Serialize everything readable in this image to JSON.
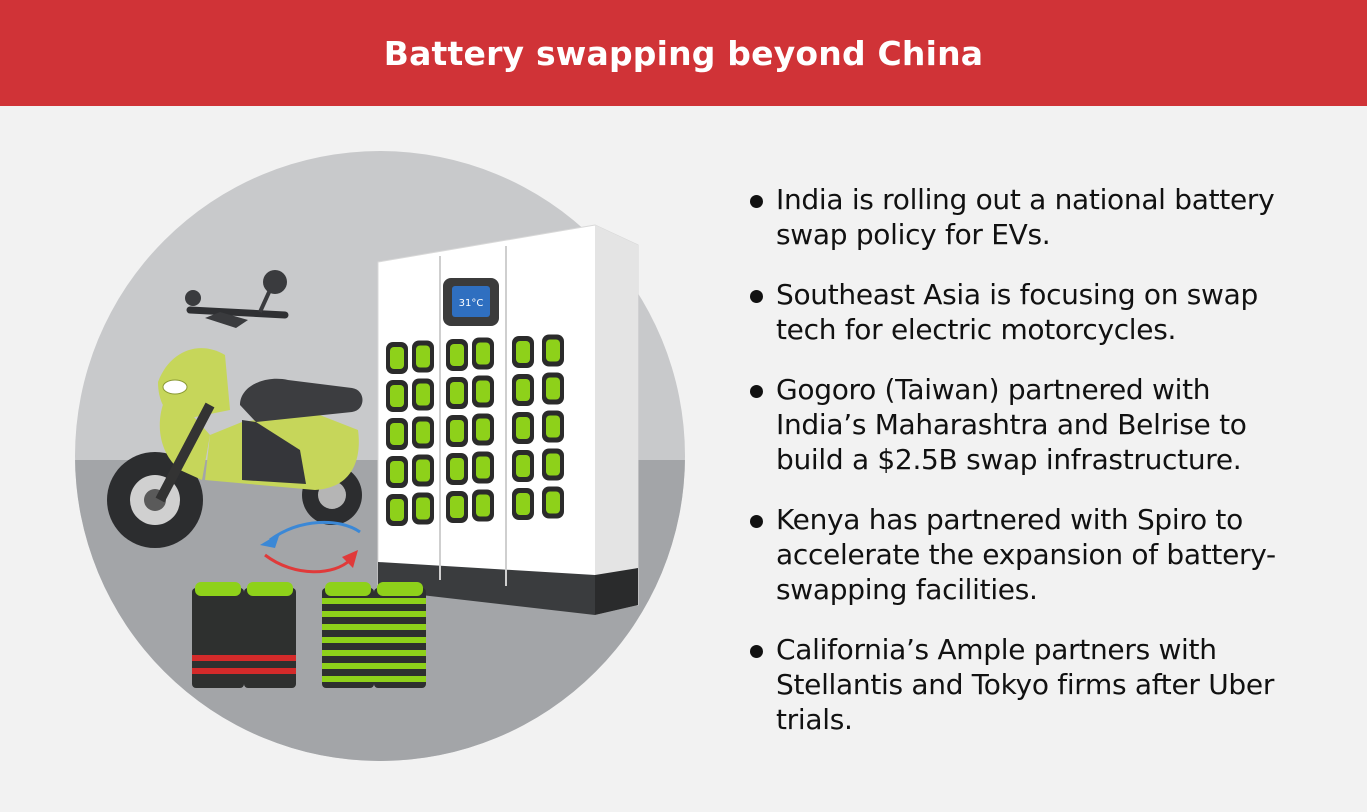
{
  "header": {
    "title": "Battery swapping beyond China"
  },
  "colors": {
    "header_bg": "#d03337",
    "page_bg": "#f2f2f2",
    "battery_green": "#8ed11a",
    "battery_red": "#d42a2a",
    "scooter_body": "#c6d65a"
  },
  "illustration": {
    "icons": [
      "scooter-icon",
      "battery-swap-station-icon",
      "swap-arrows-icon",
      "battery-pack-icon"
    ],
    "station_screen_text": "31°C"
  },
  "bullets": [
    {
      "text": "India is rolling out a national battery swap policy for EVs."
    },
    {
      "text": "Southeast Asia is focusing on swap tech for electric motorcycles."
    },
    {
      "text": "Gogoro (Taiwan) partnered with India’s Maharashtra and Belrise to build a $2.5B swap infrastructure."
    },
    {
      "text": "Kenya has partnered with Spiro to accelerate the expansion of battery-swapping facilities."
    },
    {
      "text": "California’s Ample partners with Stellantis and Tokyo firms after Uber trials."
    }
  ]
}
